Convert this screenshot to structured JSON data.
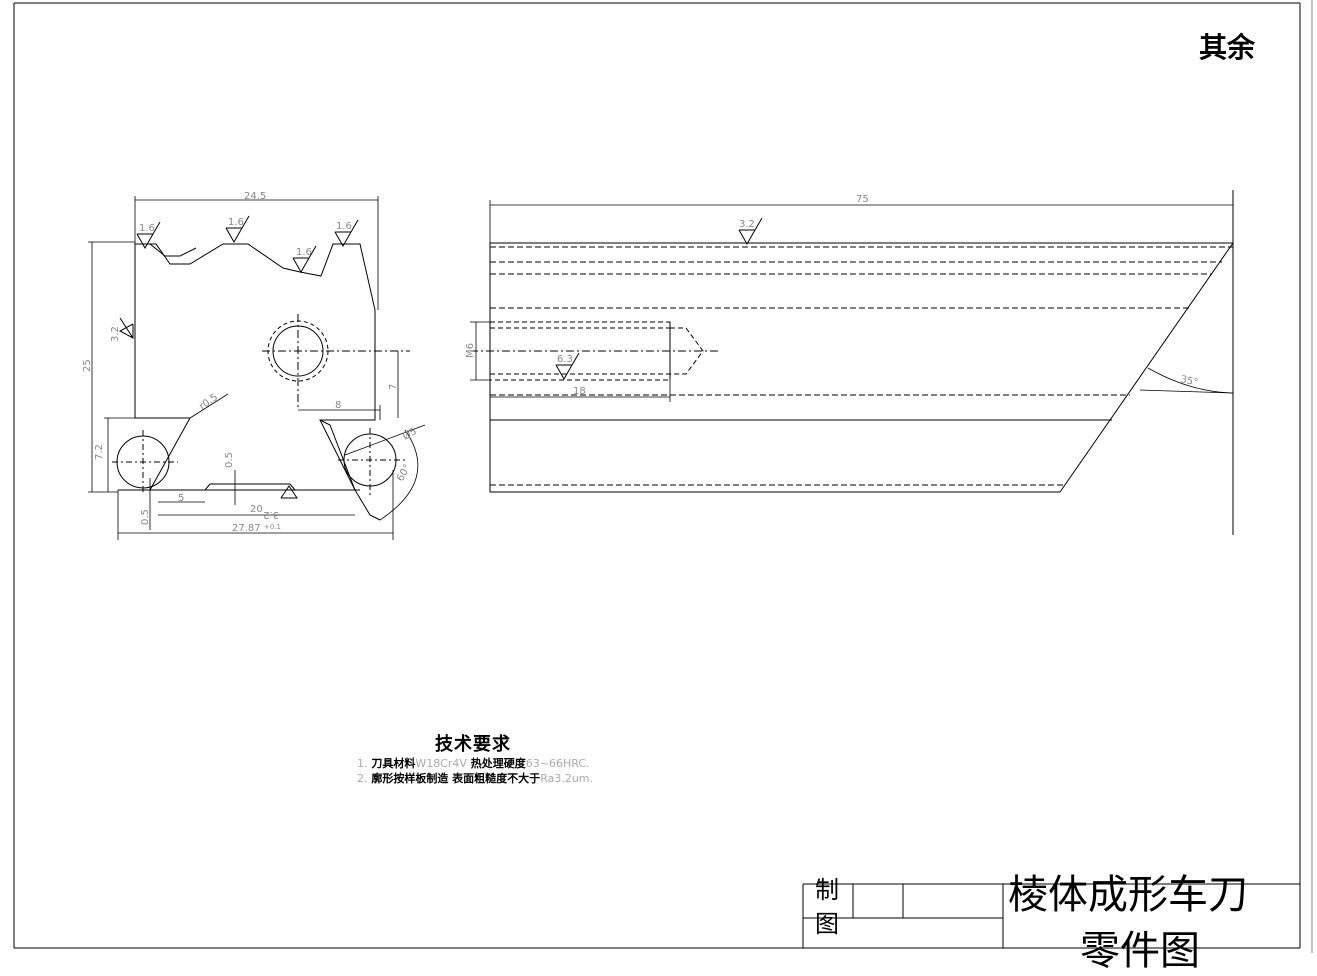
{
  "corner_note": "其余",
  "front_view": {
    "dims": {
      "width_top": "24.5",
      "height": "25",
      "r1": "r0.5",
      "hole_x": "8",
      "hole_y": "7",
      "left_h": "7.2",
      "gap_05a": "0.5",
      "gap_05b": "0.5",
      "dim_5": "5",
      "dim_20": "20",
      "dim_bottom": "27.87",
      "dim_bottom_tol": "+0.1",
      "diam_5": "Ø5",
      "angle": "60°"
    },
    "roughness": {
      "r1": "1.6",
      "r2": "1.6",
      "r3": "1.6",
      "r4": "1.6",
      "side": "3.2",
      "bottom": "3.2"
    }
  },
  "side_view": {
    "dims": {
      "length": "75",
      "thread": "M6",
      "depth": "18",
      "angle": "35°"
    },
    "roughness": {
      "top": "3.2",
      "hole": "6.3"
    }
  },
  "tech_req": {
    "heading": "技术要求",
    "l1_num": "1.",
    "l1_a": "刀具材料",
    "l1_b": "W18Cr4V",
    "l1_c": "热处理硬度",
    "l1_d": "63~66HRC.",
    "l2_num": "2.",
    "l2_a": "廓形按样板制造 表面粗糙度不大于",
    "l2_b": "Ra3.2um."
  },
  "title_block": {
    "drawn_1": "制",
    "drawn_2": "图",
    "title": "棱体成形车刀",
    "subtitle": "零件图"
  }
}
